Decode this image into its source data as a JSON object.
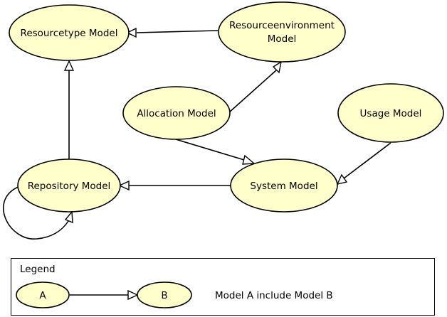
{
  "diagram": {
    "nodes": {
      "resourcetype": {
        "label": "Resourcetype Model"
      },
      "resourceenvironment": {
        "label_line1": "Resourceenvironment",
        "label_line2": "Model"
      },
      "allocation": {
        "label": "Allocation Model"
      },
      "usage": {
        "label": "Usage Model"
      },
      "repository": {
        "label": "Repository Model"
      },
      "system": {
        "label": "System Model"
      }
    },
    "edges": [
      {
        "from": "Resourceenvironment Model",
        "to": "Resourcetype Model"
      },
      {
        "from": "Repository Model",
        "to": "Resourcetype Model"
      },
      {
        "from": "Allocation Model",
        "to": "Resourceenvironment Model"
      },
      {
        "from": "Allocation Model",
        "to": "System Model"
      },
      {
        "from": "Usage Model",
        "to": "System Model"
      },
      {
        "from": "System Model",
        "to": "Repository Model"
      },
      {
        "from": "Repository Model",
        "to": "Repository Model"
      }
    ]
  },
  "legend": {
    "title": "Legend",
    "node_a": "A",
    "node_b": "B",
    "description": "Model A include Model B"
  }
}
